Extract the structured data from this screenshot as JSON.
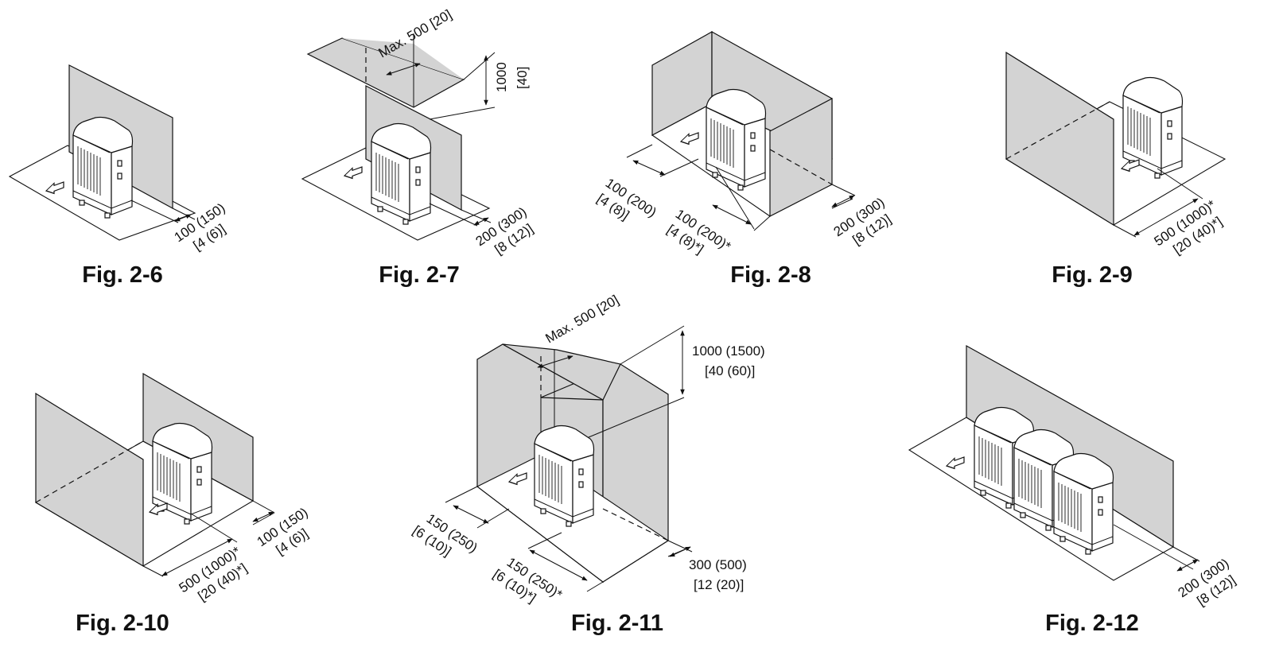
{
  "figures": [
    {
      "caption": "Fig. 2-6",
      "dims": [
        "100 (150)",
        "[4 (6)]"
      ]
    },
    {
      "caption": "Fig. 2-7",
      "max": "Max. 500 [20]",
      "height": [
        "1000",
        "[40]"
      ],
      "dims": [
        "200 (300)",
        "[8 (12)]"
      ]
    },
    {
      "caption": "Fig. 2-8",
      "dims_left": [
        "100 (200)",
        "[4 (8)]"
      ],
      "dims_front": [
        "100 (200)*",
        "[4 (8)*]"
      ],
      "dims_right": [
        "200 (300)",
        "[8 (12)]"
      ]
    },
    {
      "caption": "Fig. 2-9",
      "dims": [
        "500 (1000)*",
        "[20 (40)*]"
      ]
    },
    {
      "caption": "Fig. 2-10",
      "dims_front": [
        "500 (1000)*",
        "[20 (40)*]"
      ],
      "dims_right": [
        "100 (150)",
        "[4 (6)]"
      ]
    },
    {
      "caption": "Fig. 2-11",
      "max": "Max. 500 [20]",
      "height": [
        "1000 (1500)",
        "[40 (60)]"
      ],
      "dims_left": [
        "150 (250)",
        "[6 (10)]"
      ],
      "dims_front": [
        "150 (250)*",
        "[6 (10)*]"
      ],
      "dims_right": [
        "300 (500)",
        "[12 (20)]"
      ]
    },
    {
      "caption": "Fig. 2-12",
      "dims": [
        "200 (300)",
        "[8 (12)]"
      ]
    }
  ],
  "colors": {
    "wall": "#d3d3d3",
    "line": "#111111",
    "background": "#ffffff"
  }
}
